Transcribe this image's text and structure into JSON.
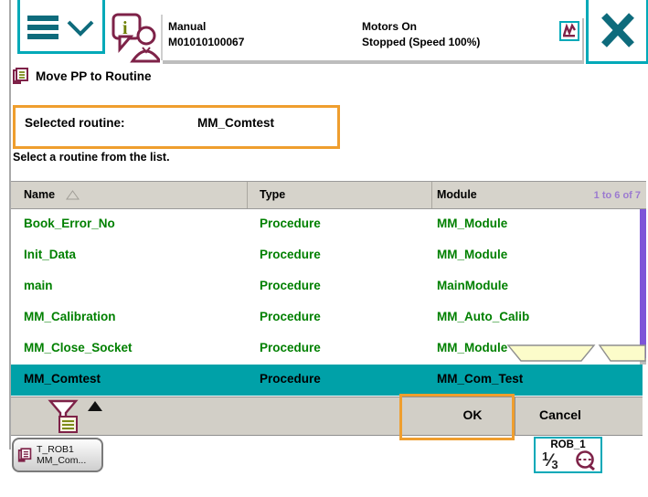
{
  "colors": {
    "accent_teal_border": "#00a9b8",
    "glyph_teal": "#0e6b7c",
    "maroon": "#7e2248",
    "olive": "#6e7f00",
    "row_text_green": "#008000",
    "selected_row_teal": "#00a1a8",
    "scrollbar_purple": "#7e54d8",
    "range_label_purple": "#9b7ad0",
    "annotation_orange": "#ef9e2e",
    "bar_gray": "#d2cfc7"
  },
  "statusbar": {
    "mode": "Manual",
    "system_id": "M01010100067",
    "motors_state": "Motors On",
    "execution_state": "Stopped (Speed 100%)"
  },
  "titlebar": {
    "title": "Move PP to Routine"
  },
  "content": {
    "selected_routine_label": "Selected routine:",
    "selected_routine_value": "MM_Comtest",
    "instruction": "Select a routine from the list."
  },
  "table": {
    "columns": {
      "name": "Name",
      "type": "Type",
      "module": "Module"
    },
    "range_label": "1 to 6 of 7",
    "rows": [
      {
        "name": "Book_Error_No",
        "type": "Procedure",
        "module": "MM_Module"
      },
      {
        "name": "Init_Data",
        "type": "Procedure",
        "module": "MM_Module"
      },
      {
        "name": "main",
        "type": "Procedure",
        "module": "MainModule"
      },
      {
        "name": "MM_Calibration",
        "type": "Procedure",
        "module": "MM_Auto_Calib"
      },
      {
        "name": "MM_Close_Socket",
        "type": "Procedure",
        "module": "MM_Module"
      },
      {
        "name": "MM_Comtest",
        "type": "Procedure",
        "module": "MM_Com_Test"
      }
    ]
  },
  "footer": {
    "ok": "OK",
    "cancel": "Cancel"
  },
  "taskbar": {
    "task_button_line1": "T_ROB1",
    "task_button_line2": "MM_Com...",
    "mech_unit_name": "ROB_1",
    "fraction_numerator": "1",
    "fraction_slash": "⁄",
    "fraction_denominator": "3"
  }
}
